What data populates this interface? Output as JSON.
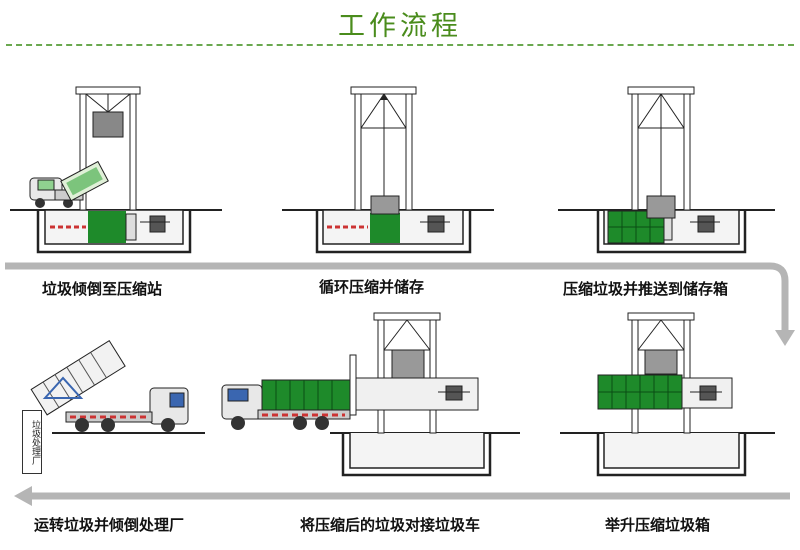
{
  "title": "工作流程",
  "steps": [
    "垃圾倾倒至压缩站",
    "循环压缩并储存",
    "压缩垃圾并推送到储存箱",
    "举升压缩垃圾箱",
    "将压缩后的垃圾对接垃圾车",
    "运转垃圾并倾倒处理厂"
  ],
  "sign_text": "垃圾处理厂",
  "colors": {
    "title": "#4a8c1c",
    "dash": "#6aa84f",
    "flow_arrow": "#a8a8a8",
    "waste": "#1e8a2a",
    "cab": "#3a66b0"
  }
}
